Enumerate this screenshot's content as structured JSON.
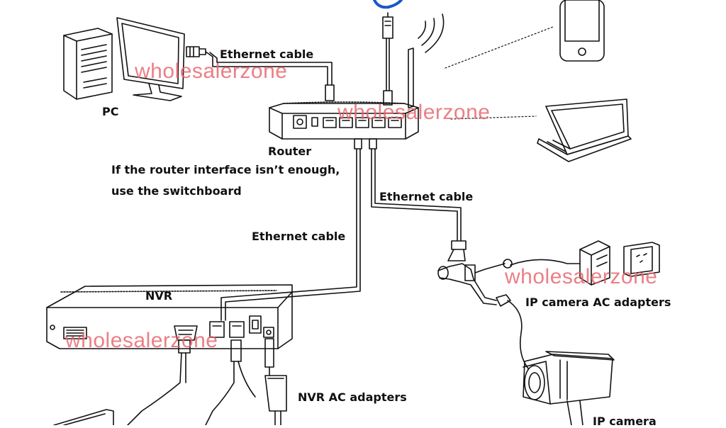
{
  "labels": {
    "pc": "PC",
    "router": "Router",
    "note_line1": "If the router interface isn’t enough,",
    "note_line2": "use the switchboard",
    "ethernet_pc": "Ethernet cable",
    "ethernet_camera": "Ethernet cable",
    "ethernet_nvr": "Ethernet cable",
    "nvr": "NVR",
    "ip_camera_adapters": "IP camera AC adapters",
    "nvr_adapters": "NVR AC adapters",
    "ip_camera": "IP camera"
  },
  "watermarks": [
    "wholesalerzone",
    "wholesalerzone",
    "wholesalerzone",
    "wholesalerzone"
  ],
  "colors": {
    "line": "#111111",
    "watermark": "#e7646c",
    "accent_blue": "#1a56c8"
  }
}
